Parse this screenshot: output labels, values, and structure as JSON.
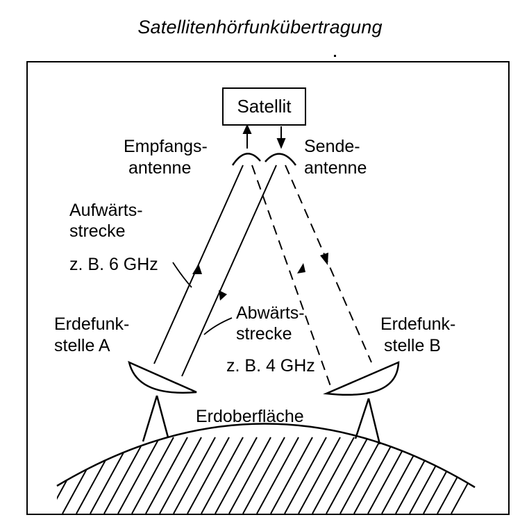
{
  "title": "Satellitenhörfunkübertragung",
  "satellite": {
    "label": "Satellit"
  },
  "antennas": {
    "receive": {
      "line1": "Empfangs-",
      "line2": "antenne"
    },
    "send": {
      "line1": "Sende-",
      "line2": "antenne"
    }
  },
  "uplink": {
    "line1": "Aufwärts-",
    "line2": "strecke",
    "frequency": "z. B. 6 GHz"
  },
  "downlink": {
    "line1": "Abwärts-",
    "line2": "strecke",
    "frequency": "z. B. 4 GHz"
  },
  "stations": {
    "a": {
      "line1": "Erdefunk-",
      "line2": "stelle A"
    },
    "b": {
      "line1": "Erdefunk-",
      "line2": "stelle B"
    }
  },
  "surface": {
    "label": "Erdoberfläche"
  }
}
